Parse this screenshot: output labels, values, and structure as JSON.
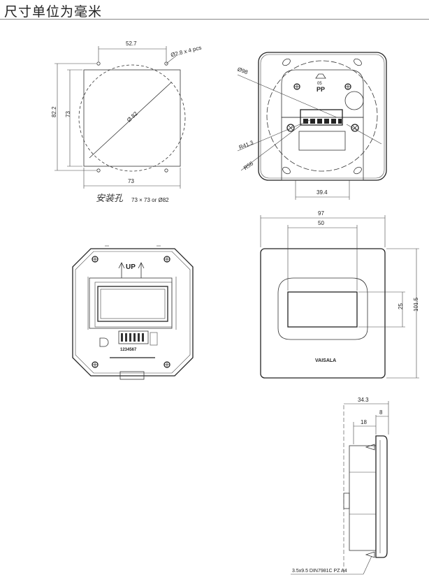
{
  "header": {
    "title": "尺寸单位为毫米"
  },
  "panel_cutout": {
    "hole_spacing": "52.7",
    "hole_spec": "Ø2.8 x 4 pcs",
    "height_outer": "82.2",
    "height_inner": "73",
    "diameter": "Ø 82",
    "width": "73",
    "caption_main": "安装孔",
    "caption_sub": "73 × 73 or Ø82"
  },
  "back_view": {
    "d_outer": "Ø98",
    "r1": "R41.3",
    "r2": "R56",
    "width_bottom": "39.4",
    "recycle_label": "PP",
    "recycle_number": "05"
  },
  "front_view": {
    "width_outer": "97",
    "width_display": "50",
    "height_display": "25",
    "height_outer": "101.5",
    "brand": "VAISALA"
  },
  "board_view": {
    "up_label": "UP",
    "dip_numbers": "1234567"
  },
  "side_view": {
    "depth": "34.3",
    "front_depth": "8",
    "body_depth": "18",
    "screw_spec": "3.5x9.5 DIN7981C PZ A4"
  }
}
